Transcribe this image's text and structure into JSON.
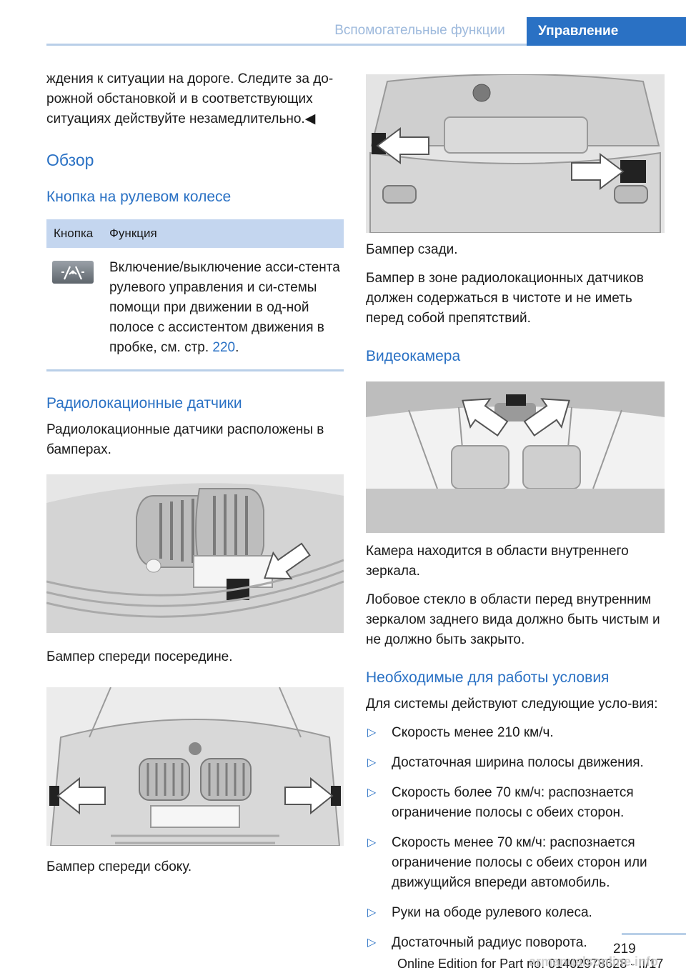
{
  "header": {
    "section": "Вспомогательные функции",
    "tab": "Управление"
  },
  "left": {
    "intro": "ждения к ситуации на дороге. Следите за до-рожной обстановкой и в соответствующих ситуациях действуйте незамедлительно.◀",
    "h_overview": "Обзор",
    "h_button": "Кнопка на рулевом колесе",
    "table": {
      "col_button": "Кнопка",
      "col_function": "Функция",
      "row_text": "Включение/выключение асси-стента рулевого управления и си-стемы помощи при движении в од-ной полосе с ассистентом движения в пробке, см. стр.",
      "row_link": "220",
      "row_suffix": "."
    },
    "h_radar": "Радиолокационные датчики",
    "radar_text": "Радиолокационные датчики расположены в бамперах.",
    "cap_front_center": "Бампер спереди посередине.",
    "cap_front_side": "Бампер спереди сбоку."
  },
  "right": {
    "cap_rear": "Бампер сзади.",
    "rear_text": "Бампер в зоне радиолокационных датчиков должен содержаться в чистоте и не иметь перед собой препятствий.",
    "h_camera": "Видеокамера",
    "camera_text_1": "Камера находится в области внутреннего зеркала.",
    "camera_text_2": "Лобовое стекло в области перед внутренним зеркалом заднего вида должно быть чистым и не должно быть закрыто.",
    "h_conditions": "Необходимые для работы условия",
    "cond_intro": "Для системы действуют следующие усло-вия:",
    "conditions": [
      "Скорость менее 210 км/ч.",
      "Достаточная ширина полосы движения.",
      "Скорость более 70 км/ч: распознается ограничение полосы с обеих сторон.",
      "Скорость менее 70 км/ч: распознается ограничение полосы с обеих сторон или движущийся впереди автомобиль.",
      "Руки на ободе рулевого колеса.",
      "Достаточный радиус поворота."
    ]
  },
  "footer": {
    "page": "219",
    "edition": "Online Edition for Part no. 01402978628 - II/17",
    "watermark": "armanualsonline.info"
  },
  "icons": {
    "bullet": "triangle-right-icon",
    "steering_button": "lane-assist-icon",
    "arrow": "arrow-icon"
  },
  "colors": {
    "accent": "#2a71c4",
    "table_header": "#c4d6ef",
    "rule": "#b9cfe8"
  }
}
